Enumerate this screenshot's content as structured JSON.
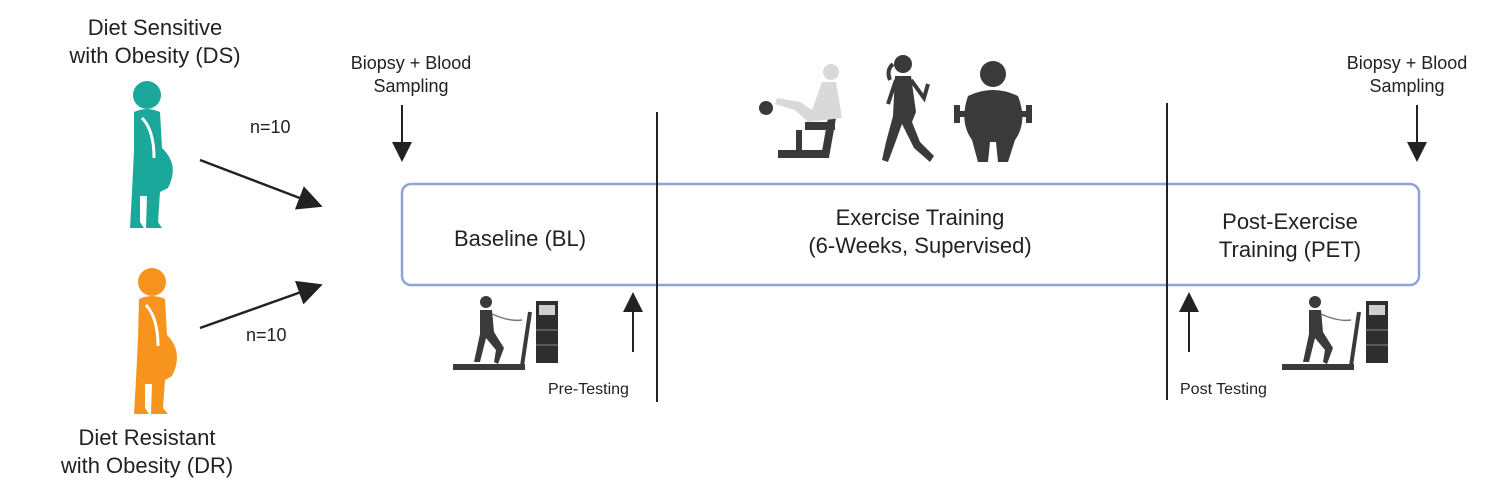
{
  "groups": {
    "ds": {
      "label_line1": "Diet Sensitive",
      "label_line2": "with Obesity (DS)",
      "n": "n=10",
      "color": "#1aa89a"
    },
    "dr": {
      "label_line1": "Diet Resistant",
      "label_line2": "with Obesity (DR)",
      "n": "n=10",
      "color": "#f7941d"
    }
  },
  "sampling": {
    "left": {
      "line1": "Biopsy + Blood",
      "line2": "Sampling"
    },
    "right": {
      "line1": "Biopsy + Blood",
      "line2": "Sampling"
    }
  },
  "phases": {
    "baseline": {
      "label": "Baseline (BL)"
    },
    "exercise": {
      "line1": "Exercise Training",
      "line2": "(6-Weeks, Supervised)"
    },
    "post": {
      "line1": "Post-Exercise",
      "line2": "Training (PET)"
    }
  },
  "testing": {
    "pre": "Pre-Testing",
    "post": "Post Testing"
  },
  "colors": {
    "box_border": "#8fa3d6",
    "line": "#222222",
    "icon_dark": "#3a3a3a",
    "icon_light": "#d9d9d9"
  }
}
